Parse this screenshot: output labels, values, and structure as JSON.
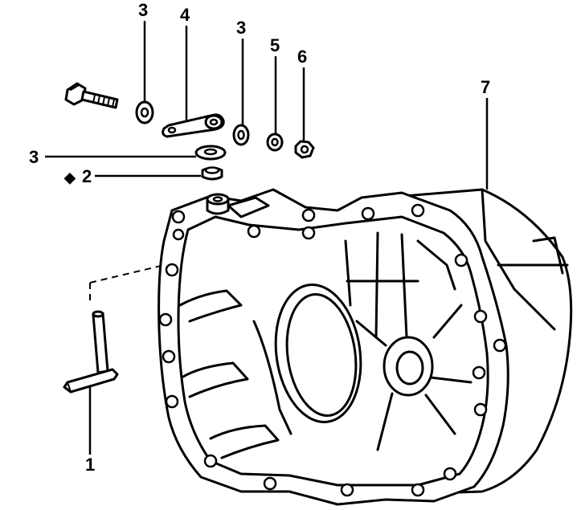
{
  "callouts": {
    "c1": "1",
    "c2": "2",
    "c2_marker": "◆",
    "c3a": "3",
    "c3b": "3",
    "c3c": "3",
    "c4": "4",
    "c5": "5",
    "c6": "6",
    "c7": "7"
  }
}
